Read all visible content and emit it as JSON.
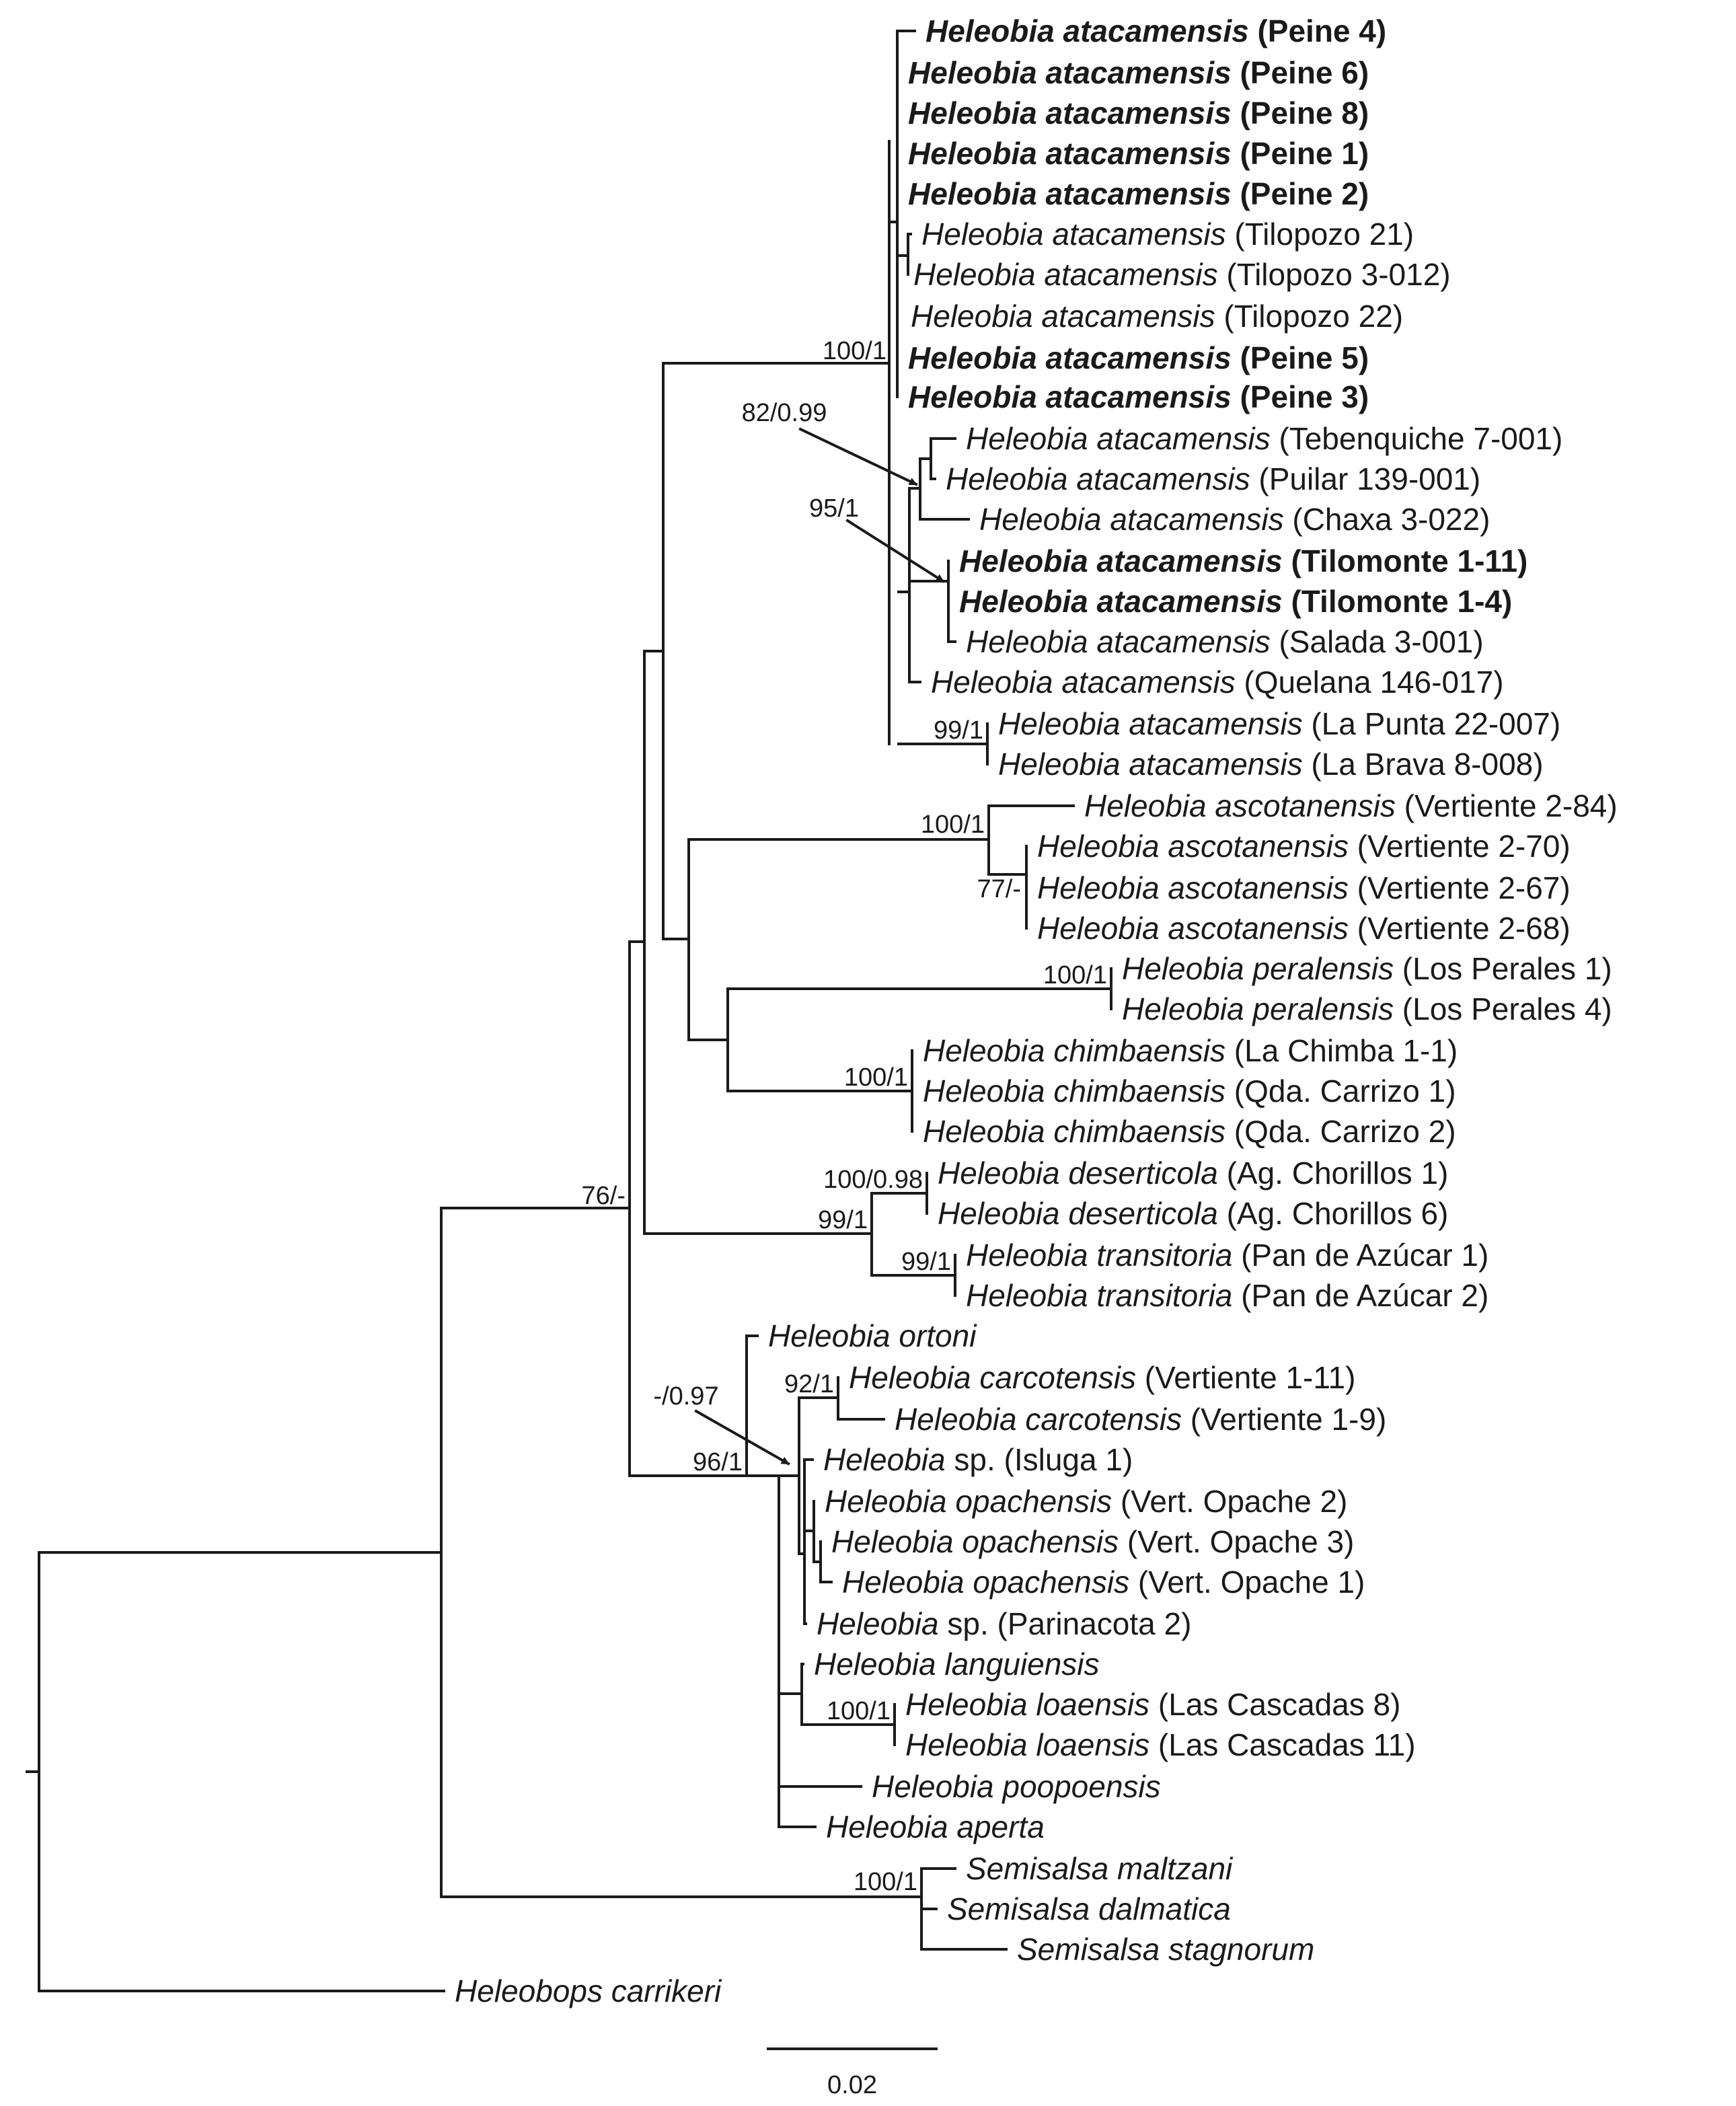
{
  "tree": {
    "leaves": [
      {
        "id": "peine4",
        "species": "Heleobia atacamensis",
        "locality": "(Peine 4)",
        "bold": true
      },
      {
        "id": "peine6",
        "species": "Heleobia atacamensis",
        "locality": "(Peine 6)",
        "bold": true
      },
      {
        "id": "peine8",
        "species": "Heleobia atacamensis",
        "locality": "(Peine 8)",
        "bold": true
      },
      {
        "id": "peine1",
        "species": "Heleobia atacamensis",
        "locality": "(Peine 1)",
        "bold": true
      },
      {
        "id": "peine2",
        "species": "Heleobia atacamensis",
        "locality": "(Peine 2)",
        "bold": true
      },
      {
        "id": "tilo21",
        "species": "Heleobia atacamensis",
        "locality": "(Tilopozo 21)",
        "bold": false
      },
      {
        "id": "tilo3",
        "species": "Heleobia atacamensis",
        "locality": "(Tilopozo 3-012)",
        "bold": false
      },
      {
        "id": "tilo22",
        "species": "Heleobia atacamensis",
        "locality": "(Tilopozo 22)",
        "bold": false
      },
      {
        "id": "peine5",
        "species": "Heleobia atacamensis",
        "locality": "(Peine 5)",
        "bold": true
      },
      {
        "id": "peine3",
        "species": "Heleobia atacamensis",
        "locality": "(Peine 3)",
        "bold": true
      },
      {
        "id": "teben",
        "species": "Heleobia atacamensis",
        "locality": "(Tebenquiche 7-001)",
        "bold": false
      },
      {
        "id": "puilar",
        "species": "Heleobia atacamensis",
        "locality": "(Puilar 139-001)",
        "bold": false
      },
      {
        "id": "chaxa",
        "species": "Heleobia atacamensis",
        "locality": "(Chaxa 3-022)",
        "bold": false
      },
      {
        "id": "tilom11",
        "species": "Heleobia atacamensis",
        "locality": "(Tilomonte 1-11)",
        "bold": true
      },
      {
        "id": "tilom4",
        "species": "Heleobia atacamensis",
        "locality": "(Tilomonte 1-4)",
        "bold": true
      },
      {
        "id": "salada",
        "species": "Heleobia atacamensis",
        "locality": "(Salada 3-001)",
        "bold": false
      },
      {
        "id": "quelana",
        "species": "Heleobia atacamensis",
        "locality": "(Quelana 146-017)",
        "bold": false
      },
      {
        "id": "lapunta",
        "species": "Heleobia atacamensis",
        "locality": "(La Punta 22-007)",
        "bold": false
      },
      {
        "id": "labrava",
        "species": "Heleobia atacamensis",
        "locality": "(La Brava 8-008)",
        "bold": false
      },
      {
        "id": "asc84",
        "species": "Heleobia ascotanensis",
        "locality": "(Vertiente 2-84)",
        "bold": false
      },
      {
        "id": "asc70",
        "species": "Heleobia ascotanensis",
        "locality": "(Vertiente 2-70)",
        "bold": false
      },
      {
        "id": "asc67",
        "species": "Heleobia ascotanensis",
        "locality": "(Vertiente 2-67)",
        "bold": false
      },
      {
        "id": "asc68",
        "species": "Heleobia ascotanensis",
        "locality": "(Vertiente 2-68)",
        "bold": false
      },
      {
        "id": "per1",
        "species": "Heleobia peralensis",
        "locality": "(Los Perales 1)",
        "bold": false
      },
      {
        "id": "per4",
        "species": "Heleobia peralensis",
        "locality": "(Los Perales 4)",
        "bold": false
      },
      {
        "id": "chim1",
        "species": "Heleobia chimbaensis",
        "locality": "(La Chimba 1-1)",
        "bold": false
      },
      {
        "id": "chim2",
        "species": "Heleobia chimbaensis",
        "locality": "(Qda. Carrizo 1)",
        "bold": false
      },
      {
        "id": "chim3",
        "species": "Heleobia chimbaensis",
        "locality": "(Qda. Carrizo 2)",
        "bold": false
      },
      {
        "id": "des1",
        "species": "Heleobia deserticola",
        "locality": "(Ag. Chorillos 1)",
        "bold": false
      },
      {
        "id": "des6",
        "species": "Heleobia deserticola",
        "locality": "(Ag. Chorillos 6)",
        "bold": false
      },
      {
        "id": "tran1",
        "species": "Heleobia transitoria",
        "locality": "(Pan de Azúcar 1)",
        "bold": false
      },
      {
        "id": "tran2",
        "species": "Heleobia transitoria",
        "locality": "(Pan de Azúcar 2)",
        "bold": false
      },
      {
        "id": "ortoni",
        "species": "Heleobia ortoni",
        "locality": "",
        "bold": false
      },
      {
        "id": "carc11",
        "species": "Heleobia carcotensis",
        "locality": "(Vertiente 1-11)",
        "bold": false
      },
      {
        "id": "carc9",
        "species": "Heleobia carcotensis",
        "locality": "(Vertiente 1-9)",
        "bold": false
      },
      {
        "id": "isluga",
        "species": "Heleobia",
        "species_suffix": "sp.",
        "locality": "(Isluga 1)",
        "bold": false
      },
      {
        "id": "opa2",
        "species": "Heleobia opachensis",
        "locality": "(Vert. Opache 2)",
        "bold": false
      },
      {
        "id": "opa3",
        "species": "Heleobia opachensis",
        "locality": "(Vert. Opache 3)",
        "bold": false
      },
      {
        "id": "opa1",
        "species": "Heleobia opachensis",
        "locality": "(Vert. Opache 1)",
        "bold": false
      },
      {
        "id": "parin",
        "species": "Heleobia",
        "species_suffix": "sp.",
        "locality": "(Parinacota 2)",
        "bold": false
      },
      {
        "id": "langui",
        "species": "Heleobia languiensis",
        "locality": "",
        "bold": false
      },
      {
        "id": "loa8",
        "species": "Heleobia loaensis",
        "locality": "(Las Cascadas 8)",
        "bold": false
      },
      {
        "id": "loa11",
        "species": "Heleobia loaensis",
        "locality": "(Las Cascadas 11)",
        "bold": false
      },
      {
        "id": "poopo",
        "species": "Heleobia poopoensis",
        "locality": "",
        "bold": false
      },
      {
        "id": "aperta",
        "species": "Heleobia aperta",
        "locality": "",
        "bold": false
      },
      {
        "id": "maltz",
        "species": "Semisalsa maltzani",
        "locality": "",
        "bold": false
      },
      {
        "id": "dalma",
        "species": "Semisalsa dalmatica",
        "locality": "",
        "bold": false
      },
      {
        "id": "stagn",
        "species": "Semisalsa stagnorum",
        "locality": "",
        "bold": false
      },
      {
        "id": "carrik",
        "species": "Heleobops carrikeri",
        "locality": "",
        "bold": false
      }
    ],
    "support_labels": [
      {
        "id": "s_peine",
        "text": "100/1"
      },
      {
        "id": "s_82",
        "text": "82/0.99"
      },
      {
        "id": "s_95",
        "text": "95/1"
      },
      {
        "id": "s_punta",
        "text": "99/1"
      },
      {
        "id": "s_asc",
        "text": "100/1"
      },
      {
        "id": "s_asc77",
        "text": "77/-"
      },
      {
        "id": "s_per",
        "text": "100/1"
      },
      {
        "id": "s_chim",
        "text": "100/1"
      },
      {
        "id": "s_des",
        "text": "100/0.98"
      },
      {
        "id": "s_destran",
        "text": "99/1"
      },
      {
        "id": "s_tran",
        "text": "99/1"
      },
      {
        "id": "s_76",
        "text": "76/-"
      },
      {
        "id": "s_097",
        "text": "-/0.97"
      },
      {
        "id": "s_carc",
        "text": "92/1"
      },
      {
        "id": "s_96",
        "text": "96/1"
      },
      {
        "id": "s_loa",
        "text": "100/1"
      },
      {
        "id": "s_semi",
        "text": "100/1"
      }
    ],
    "scale_bar": {
      "label": "0.02"
    }
  }
}
